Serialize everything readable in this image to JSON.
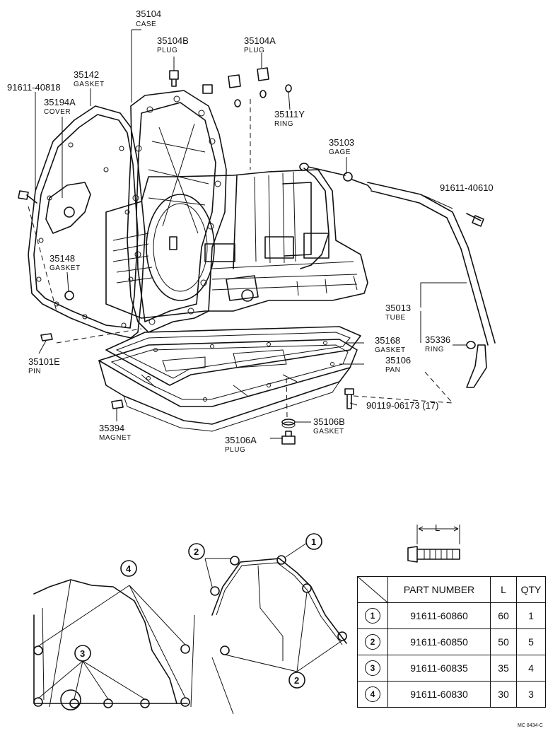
{
  "labels": [
    {
      "id": "case",
      "number": "35104",
      "name": "CASE"
    },
    {
      "id": "plug-b",
      "number": "35104B",
      "name": "PLUG"
    },
    {
      "id": "plug-a",
      "number": "35104A",
      "name": "PLUG"
    },
    {
      "id": "gasket-142",
      "number": "35142",
      "name": "GASKET"
    },
    {
      "id": "bolt-40818",
      "number": "91611-40818",
      "name": ""
    },
    {
      "id": "cover",
      "number": "35194A",
      "name": "COVER"
    },
    {
      "id": "ring-111y",
      "number": "35111Y",
      "name": "RING"
    },
    {
      "id": "gage",
      "number": "35103",
      "name": "GAGE"
    },
    {
      "id": "bolt-40610",
      "number": "91611-40610",
      "name": ""
    },
    {
      "id": "gasket-148",
      "number": "35148",
      "name": "GASKET"
    },
    {
      "id": "tube",
      "number": "35013",
      "name": "TUBE"
    },
    {
      "id": "ring-336",
      "number": "35336",
      "name": "RING"
    },
    {
      "id": "gasket-168",
      "number": "35168",
      "name": "GASKET"
    },
    {
      "id": "pan",
      "number": "35106",
      "name": "PAN"
    },
    {
      "id": "pin",
      "number": "35101E",
      "name": "PIN"
    },
    {
      "id": "bolt-06173",
      "number": "90119-06173 (17)",
      "name": ""
    },
    {
      "id": "magnet",
      "number": "35394",
      "name": "MAGNET"
    },
    {
      "id": "gasket-106b",
      "number": "35106B",
      "name": "GASKET"
    },
    {
      "id": "plug-106a",
      "number": "35106A",
      "name": "PLUG"
    }
  ],
  "callouts": [
    "1",
    "2",
    "3",
    "4"
  ],
  "bolt_dim_label": "L",
  "table": {
    "headers": [
      "PART NUMBER",
      "L",
      "QTY"
    ],
    "rows": [
      {
        "key": "1",
        "part": "91611-60860",
        "length": "60",
        "qty": "1"
      },
      {
        "key": "2",
        "part": "91611-60850",
        "length": "50",
        "qty": "5"
      },
      {
        "key": "3",
        "part": "91611-60835",
        "length": "35",
        "qty": "4"
      },
      {
        "key": "4",
        "part": "91611-60830",
        "length": "30",
        "qty": "3"
      }
    ]
  },
  "drawing_code": "MC 8434-C"
}
